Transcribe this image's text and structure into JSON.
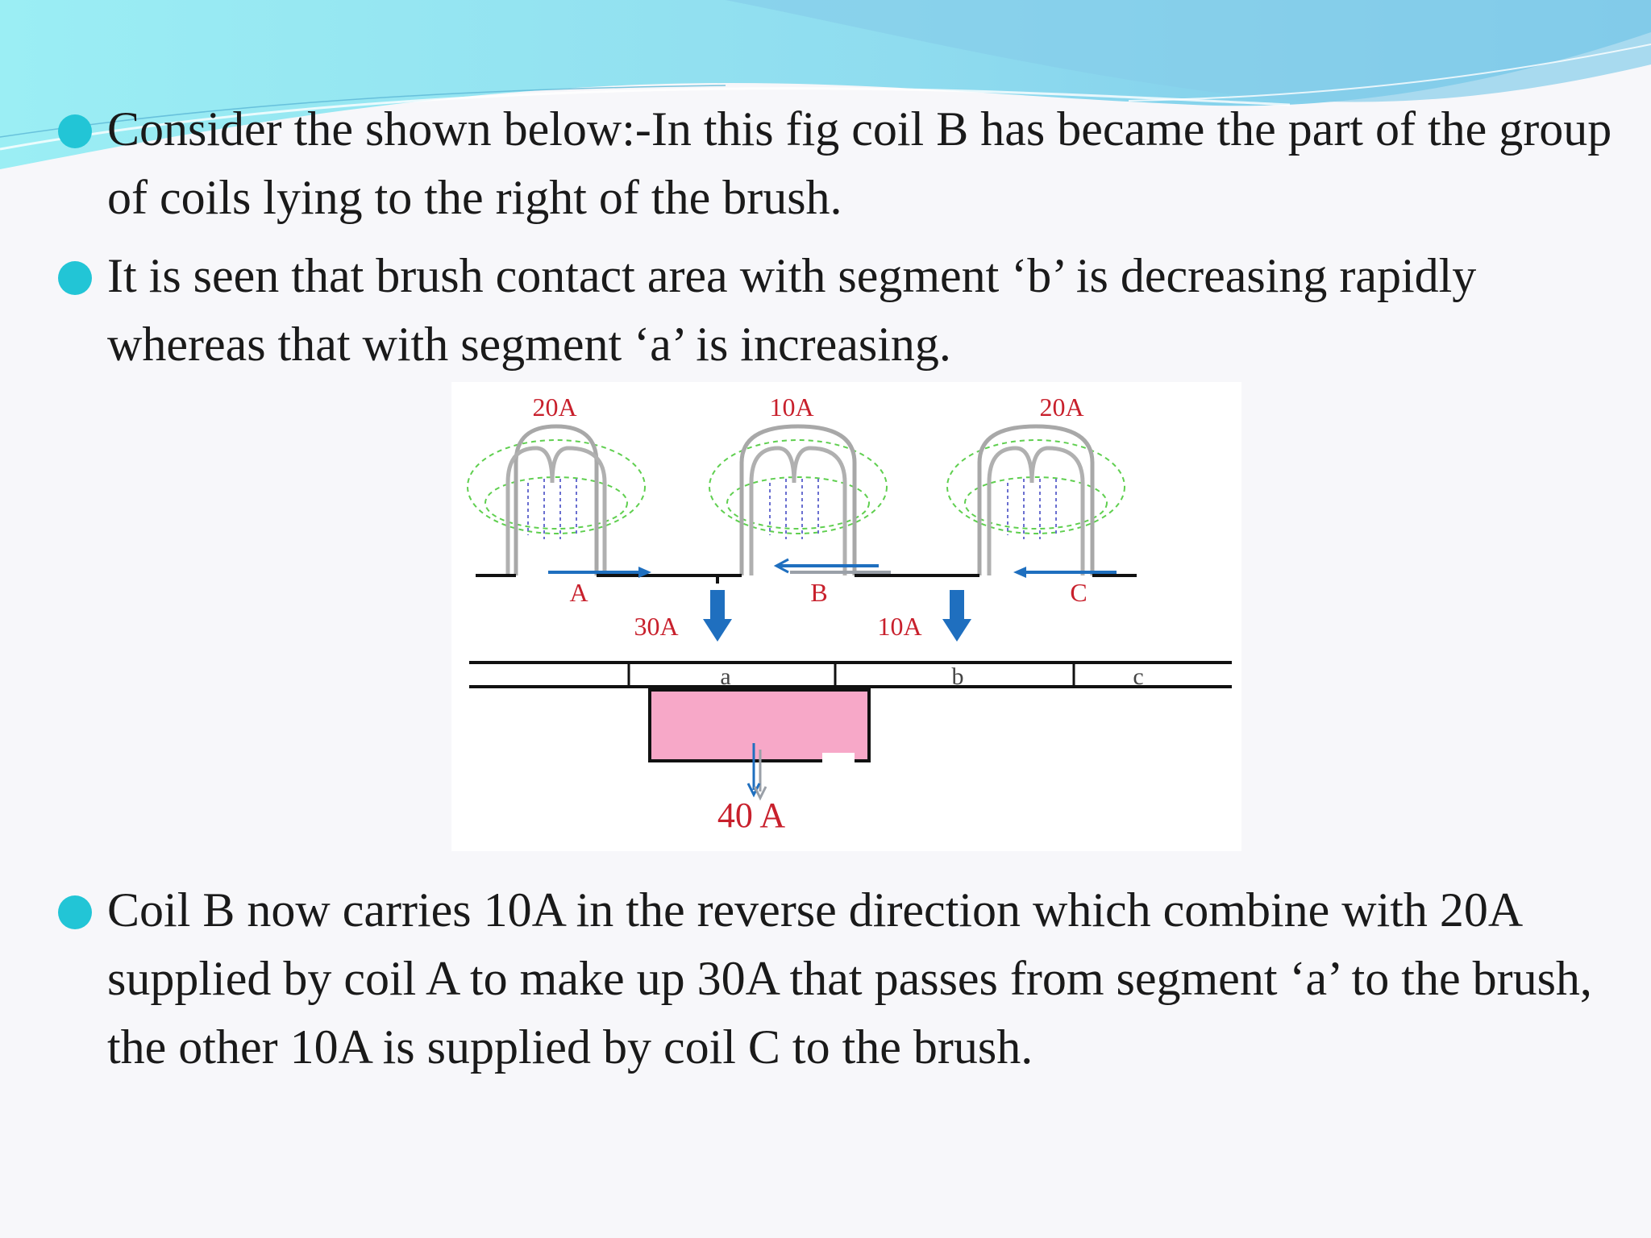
{
  "slide": {
    "bullets": [
      "Consider the shown below:-In this fig coil B has became the part of the group of coils lying to the right of the brush.",
      "It is seen that brush contact area with segment ‘b’ is decreasing rapidly whereas that with segment ‘a’ is increasing.",
      "Coil B now carries 10A in the reverse direction which combine with 20A supplied by  coil A to make up 30A that passes from segment ‘a’ to the brush, the other 10A is supplied by coil C to the brush."
    ]
  },
  "figure": {
    "coil_currents": [
      "20A",
      "10A",
      "20A"
    ],
    "coil_names": [
      "A",
      "B",
      "C"
    ],
    "segment_currents": [
      "30A",
      "10A"
    ],
    "segment_names": [
      "a",
      "b",
      "c"
    ],
    "brush_current": "40 A"
  },
  "colors": {
    "accent_bullet": "#22c5d6",
    "header_wave": "#7fd3ec",
    "label_red": "#c8202c",
    "arrow_blue": "#1f6fbf",
    "brush_pink": "#f7a8c8",
    "field_green": "#5fcf4f"
  }
}
